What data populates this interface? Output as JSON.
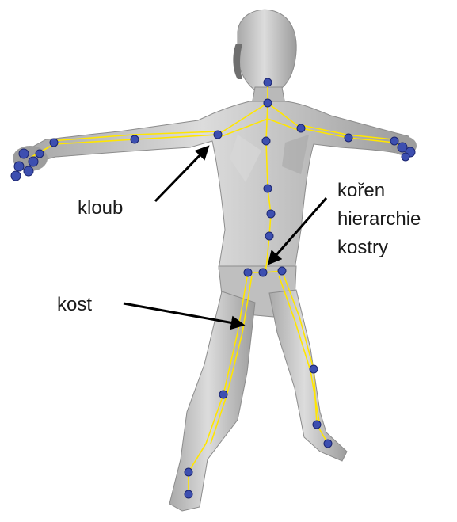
{
  "labels": {
    "joint": "kloub",
    "root": [
      "kořen",
      "hierarchie",
      "kostry"
    ],
    "bone": "kost"
  },
  "colors": {
    "background": "#ffffff",
    "body": "#c7c7c7",
    "body_shadow": "#9e9e9e",
    "bone": "#ffe600",
    "joint": "#3d4fb0",
    "arrow": "#000000",
    "text": "#1a1a1a"
  }
}
